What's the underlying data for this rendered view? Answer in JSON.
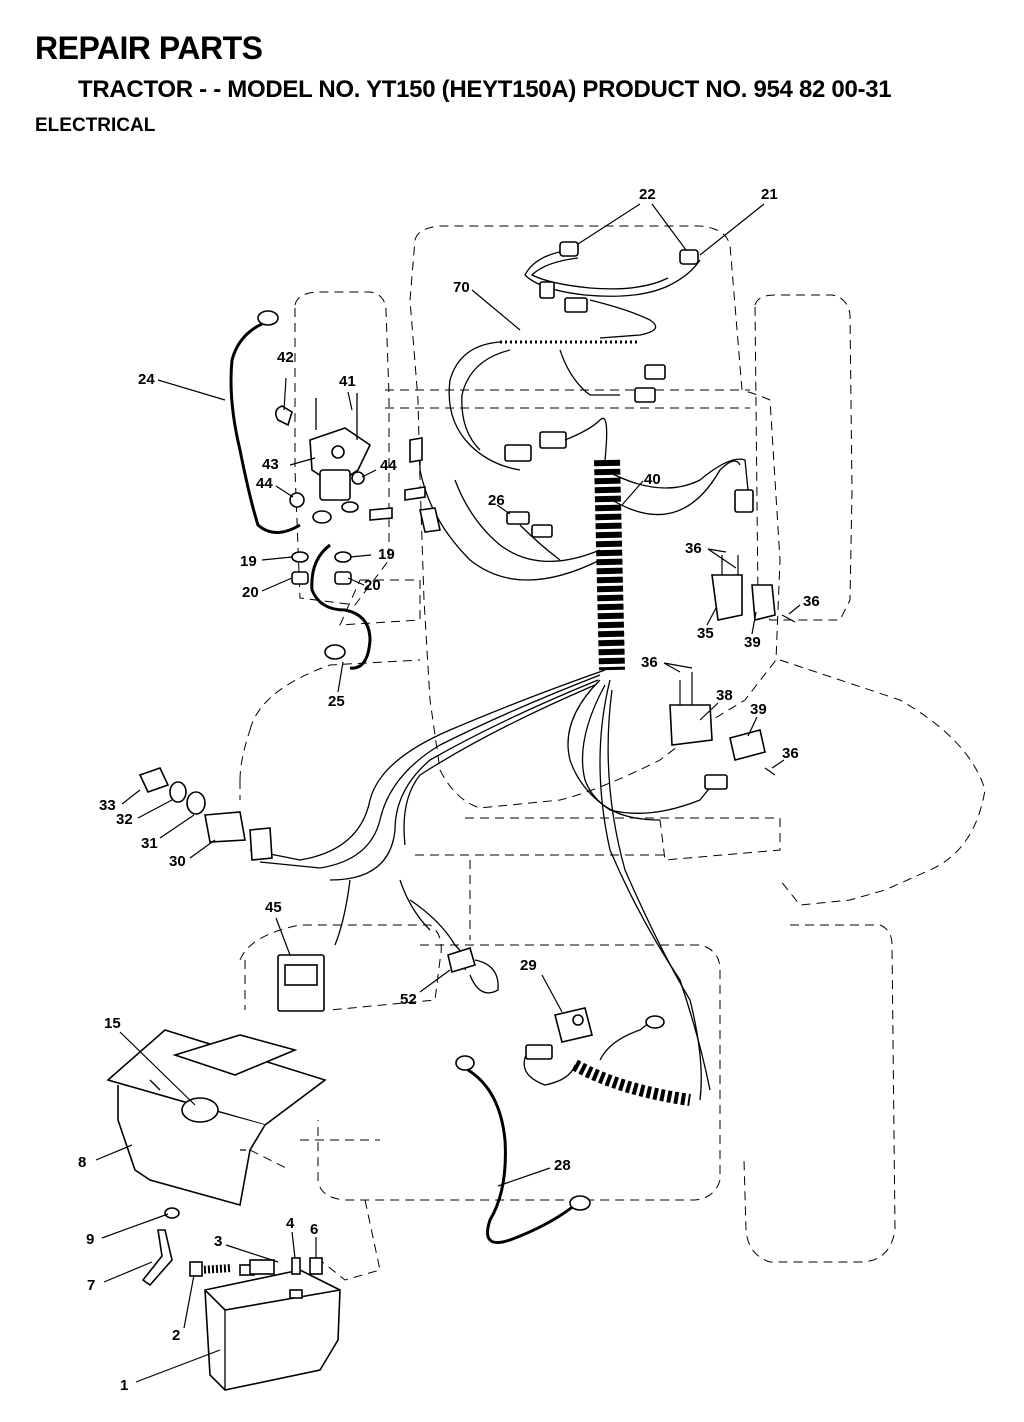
{
  "header": {
    "title": "REPAIR PARTS",
    "subtitle": "TRACTOR - - MODEL NO. YT150 (HEYT150A) PRODUCT NO. 954 82 00-31",
    "section": "ELECTRICAL"
  },
  "callouts": [
    "22",
    "21",
    "70",
    "24",
    "42",
    "41",
    "43",
    "44",
    "44",
    "19",
    "19",
    "20",
    "20",
    "40",
    "26",
    "36",
    "36",
    "35",
    "39",
    "25",
    "36",
    "38",
    "39",
    "36",
    "33",
    "32",
    "31",
    "30",
    "45",
    "52",
    "29",
    "15",
    "8",
    "28",
    "9",
    "4",
    "6",
    "3",
    "7",
    "2",
    "1"
  ]
}
